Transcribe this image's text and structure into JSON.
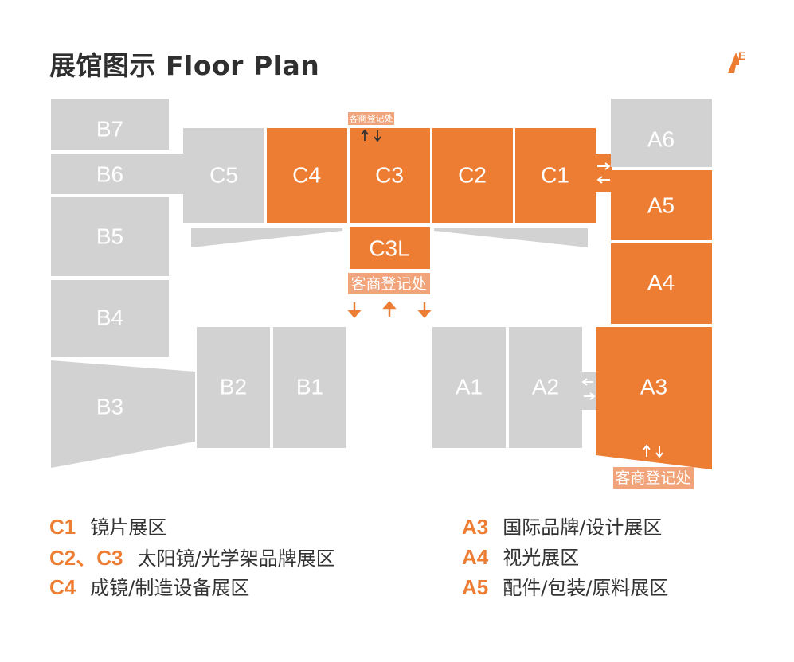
{
  "title": "展馆图示 Floor Plan",
  "colors": {
    "accent": "#ee7d34",
    "hall_gray": "#d2d2d2",
    "text": "#333333"
  },
  "halls": {
    "B7": "B7",
    "B6": "B6",
    "B5": "B5",
    "B4": "B4",
    "B3": "B3",
    "B2": "B2",
    "B1": "B1",
    "C5": "C5",
    "C4": "C4",
    "C3": "C3",
    "C2": "C2",
    "C1": "C1",
    "C3L": "C3L",
    "A6": "A6",
    "A5": "A5",
    "A4": "A4",
    "A3": "A3",
    "A2": "A2",
    "A1": "A1"
  },
  "registration": {
    "top": "客商登记处",
    "middle": "客商登记处",
    "bottom": "客商登记处"
  },
  "legend": {
    "c1": {
      "code": "C1",
      "desc": "镜片展区"
    },
    "c23": {
      "code": "C2、C3",
      "desc": "太阳镜/光学架品牌展区"
    },
    "c4": {
      "code": "C4",
      "desc": "成镜/制造设备展区"
    },
    "a3": {
      "code": "A3",
      "desc": "国际品牌/设计展区"
    },
    "a4": {
      "code": "A4",
      "desc": "视光展区"
    },
    "a5": {
      "code": "A5",
      "desc": "配件/包装/原料展区"
    }
  }
}
